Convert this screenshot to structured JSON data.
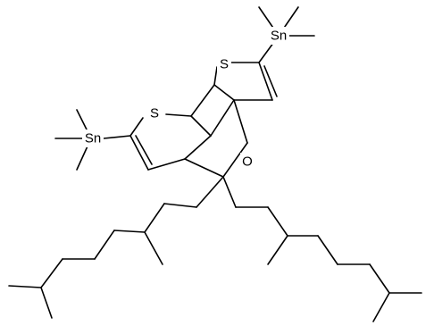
{
  "molecule": {
    "atom_labels": {
      "tin_top": "Sn",
      "tin_left": "Sn",
      "sulfur_top": "S",
      "sulfur_left": "S",
      "oxygen": "O"
    },
    "colors": {
      "bond": "#000000",
      "label": "#000000",
      "background": "#ffffff"
    }
  }
}
